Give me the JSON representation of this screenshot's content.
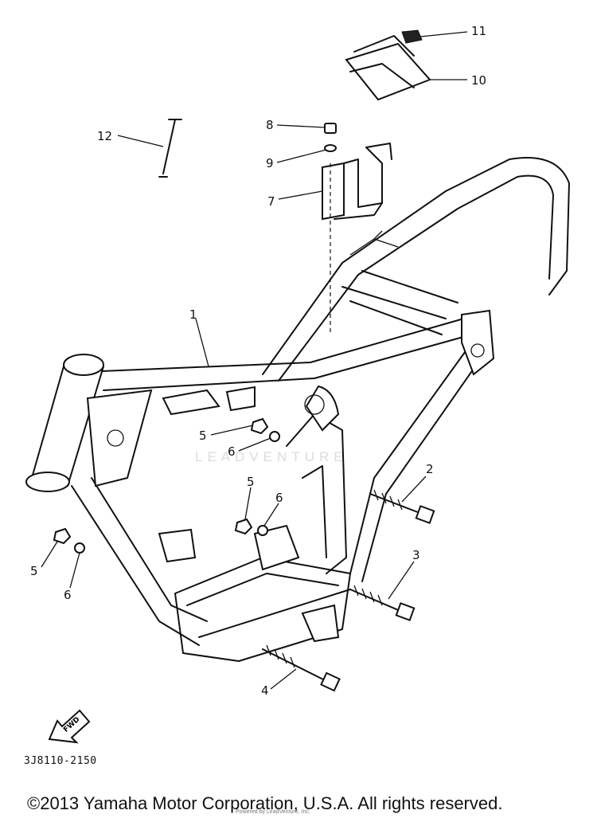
{
  "callouts": [
    {
      "id": "c1",
      "label": "1"
    },
    {
      "id": "c2",
      "label": "2"
    },
    {
      "id": "c3",
      "label": "3"
    },
    {
      "id": "c4",
      "label": "4"
    },
    {
      "id": "c5a",
      "label": "5"
    },
    {
      "id": "c5b",
      "label": "5"
    },
    {
      "id": "c5c",
      "label": "5"
    },
    {
      "id": "c6a",
      "label": "6"
    },
    {
      "id": "c6b",
      "label": "6"
    },
    {
      "id": "c6c",
      "label": "6"
    },
    {
      "id": "c7",
      "label": "7"
    },
    {
      "id": "c8",
      "label": "8"
    },
    {
      "id": "c9",
      "label": "9"
    },
    {
      "id": "c10",
      "label": "10"
    },
    {
      "id": "c11",
      "label": "11"
    },
    {
      "id": "c12",
      "label": "12"
    }
  ],
  "fwd_label": "FWD",
  "part_code": "3J8110-2150",
  "watermark": "LEADVENTURE",
  "copyright": "©2013 Yamaha Motor Corporation, U.S.A. All rights reserved.",
  "small_note": "Powered by LeadVenture, Inc."
}
